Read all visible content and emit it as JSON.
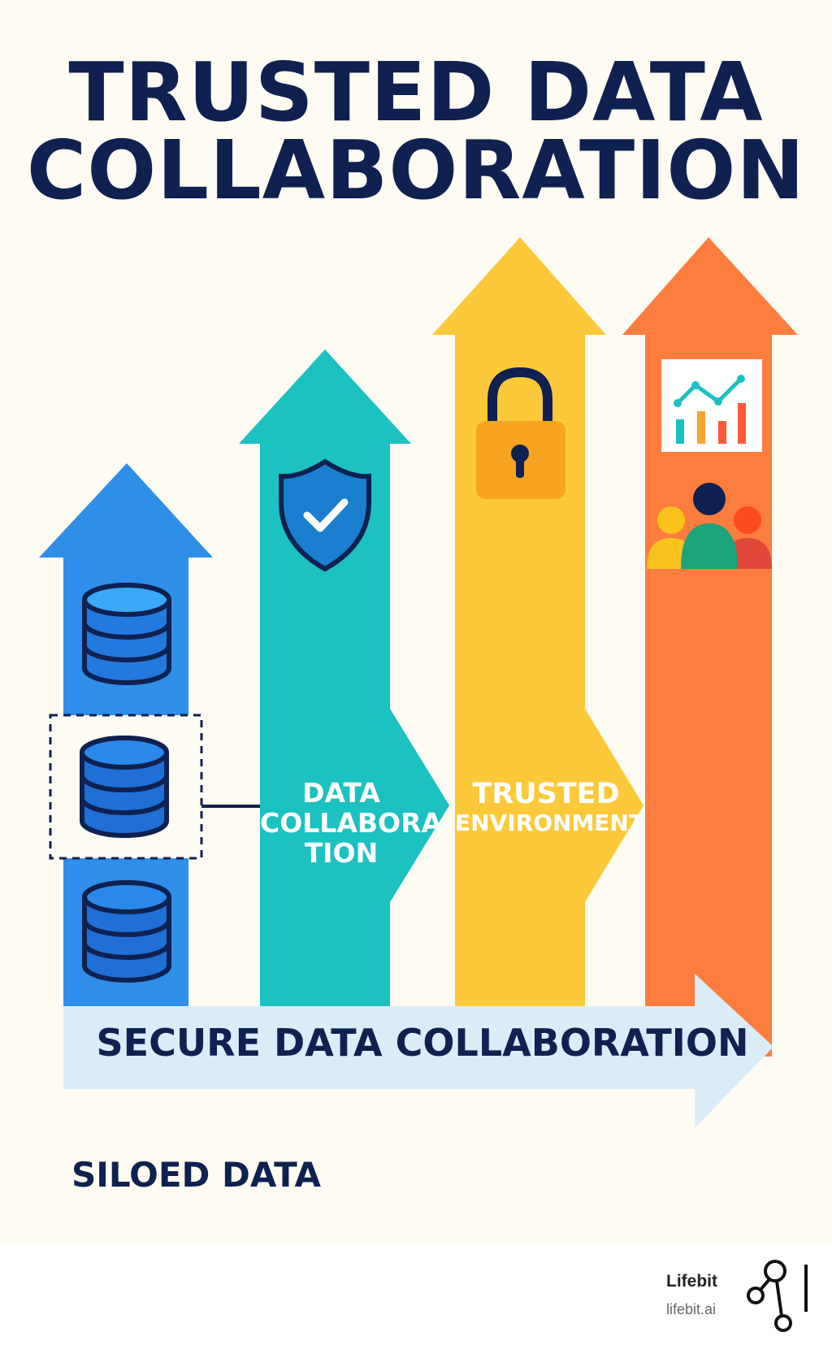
{
  "title": {
    "line1": "TRUSTED DATA",
    "line2": "COLLABORATION"
  },
  "arrows": {
    "data_collaboration": {
      "line1": "DATA",
      "line2": "COLLABORA-",
      "line3": "TION"
    },
    "trusted_environment": {
      "line1": "TRUSTED",
      "line2": "ENVIRONMENT"
    }
  },
  "banner": {
    "label": "SECURE DATA COLLABORATION"
  },
  "siloed_label": "SILOED DATA",
  "branding": {
    "name": "Lifebit",
    "url": "lifebit.ai"
  },
  "icons": [
    "database-icon",
    "shield-check-icon",
    "padlock-icon",
    "analytics-chart-icon",
    "team-icon",
    "lifebit-logo-icon"
  ],
  "colors": {
    "background": "#fdfbf2",
    "navy": "#0e2150",
    "blue": "#2f8ee8",
    "teal": "#1cc1c1",
    "yellow": "#fcc93b",
    "orange": "#fd7d3f",
    "banner": "#dbecf9"
  }
}
